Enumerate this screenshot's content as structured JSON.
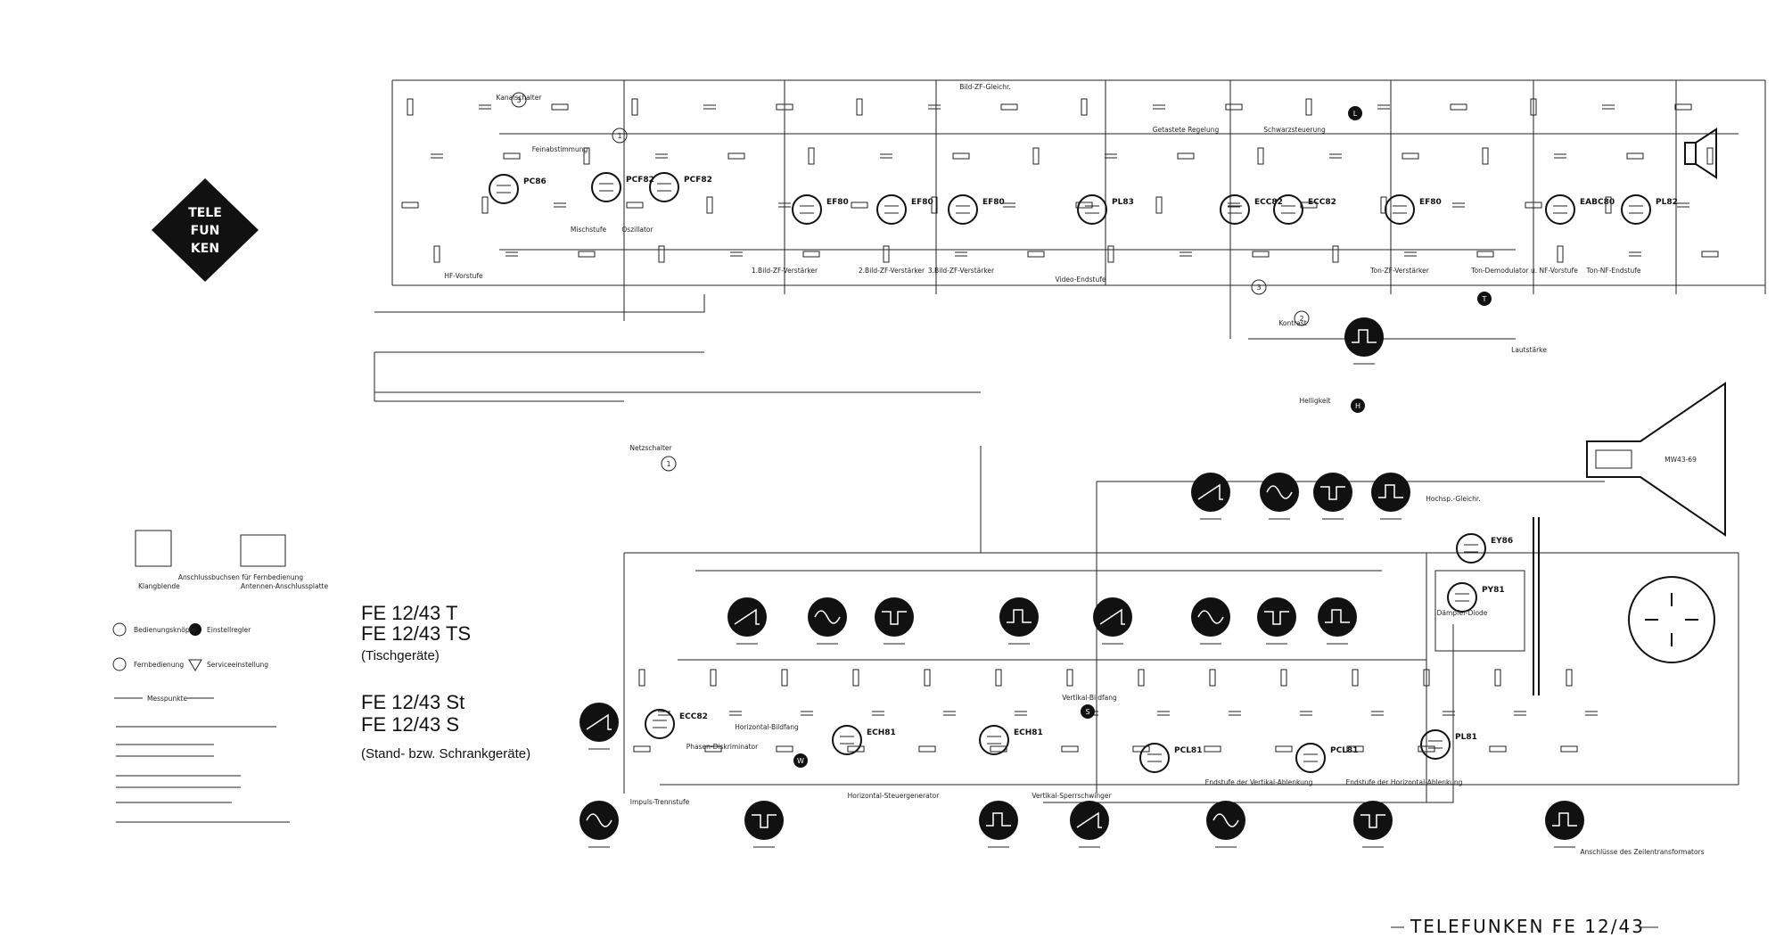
{
  "brand_logo": {
    "lines": [
      "TELE",
      "FUN",
      "KEN"
    ]
  },
  "models": {
    "table": [
      "FE 12/43 T",
      "FE 12/43 TS",
      "(Tischgeräte)"
    ],
    "cabinet": [
      "FE 12/43 St",
      "FE 12/43 S",
      "(Stand- bzw. Schrankgeräte)"
    ]
  },
  "footer": "TELEFUNKEN  FE  12/43",
  "tubes": [
    "PC86",
    "PCF82",
    "PCF82",
    "EF80",
    "EF80",
    "EF80",
    "PL83",
    "ECC82",
    "ECC82",
    "EF80",
    "EABC80",
    "PL82",
    "ECH81",
    "ECC82",
    "PCL81",
    "PCL81",
    "ECH81",
    "PL81",
    "PY81",
    "EY86"
  ],
  "stage_labels": [
    "HF-Vorstufe",
    "Mischstufe",
    "Oszillator",
    "Kanalschalter",
    "Feinabstimmung",
    "1.Bild-ZF-Verstärker",
    "2.Bild-ZF-Verstärker",
    "3.Bild-ZF-Verstärker",
    "Video-Endstufe",
    "Getastete Regelung",
    "Schwarzsteuerung",
    "Ton-ZF-Verstärker",
    "Ton-Demodulator u. NF-Vorstufe",
    "Ton-NF-Endstufe",
    "Kontrast",
    "Lautstärke",
    "Helligkeit",
    "Netzschalter",
    "Bild-ZF-Gleichr.",
    "Impuls-Trennstufe",
    "Phasen-Diskriminator",
    "Horizontal-Bildfang",
    "Horizontal-Steuergenerator",
    "Vertikal-Sperrschwinger",
    "Vertikal-Bildfang",
    "Endstufe der Vertikal-Ablenkung",
    "Endstufe der Horizontal-Ablenkung",
    "Dämpfer-Diode",
    "Hochsp.-Gleichr.",
    "Anschlüsse des Zeilentransformators",
    "Klangblende",
    "Antennen-Anschlussplatte",
    "Anschlussbuchsen für Fernbedienung",
    "MW43-69"
  ],
  "legend": [
    "Bedienungsknöpfe",
    "Einstellregler",
    "Fernbedienung",
    "Messpunkte",
    "Serviceeinstellung"
  ],
  "marker_numbers": [
    "1",
    "2",
    "3",
    "3",
    "1"
  ],
  "marker_letters": [
    "H",
    "S",
    "W",
    "T",
    "L"
  ]
}
